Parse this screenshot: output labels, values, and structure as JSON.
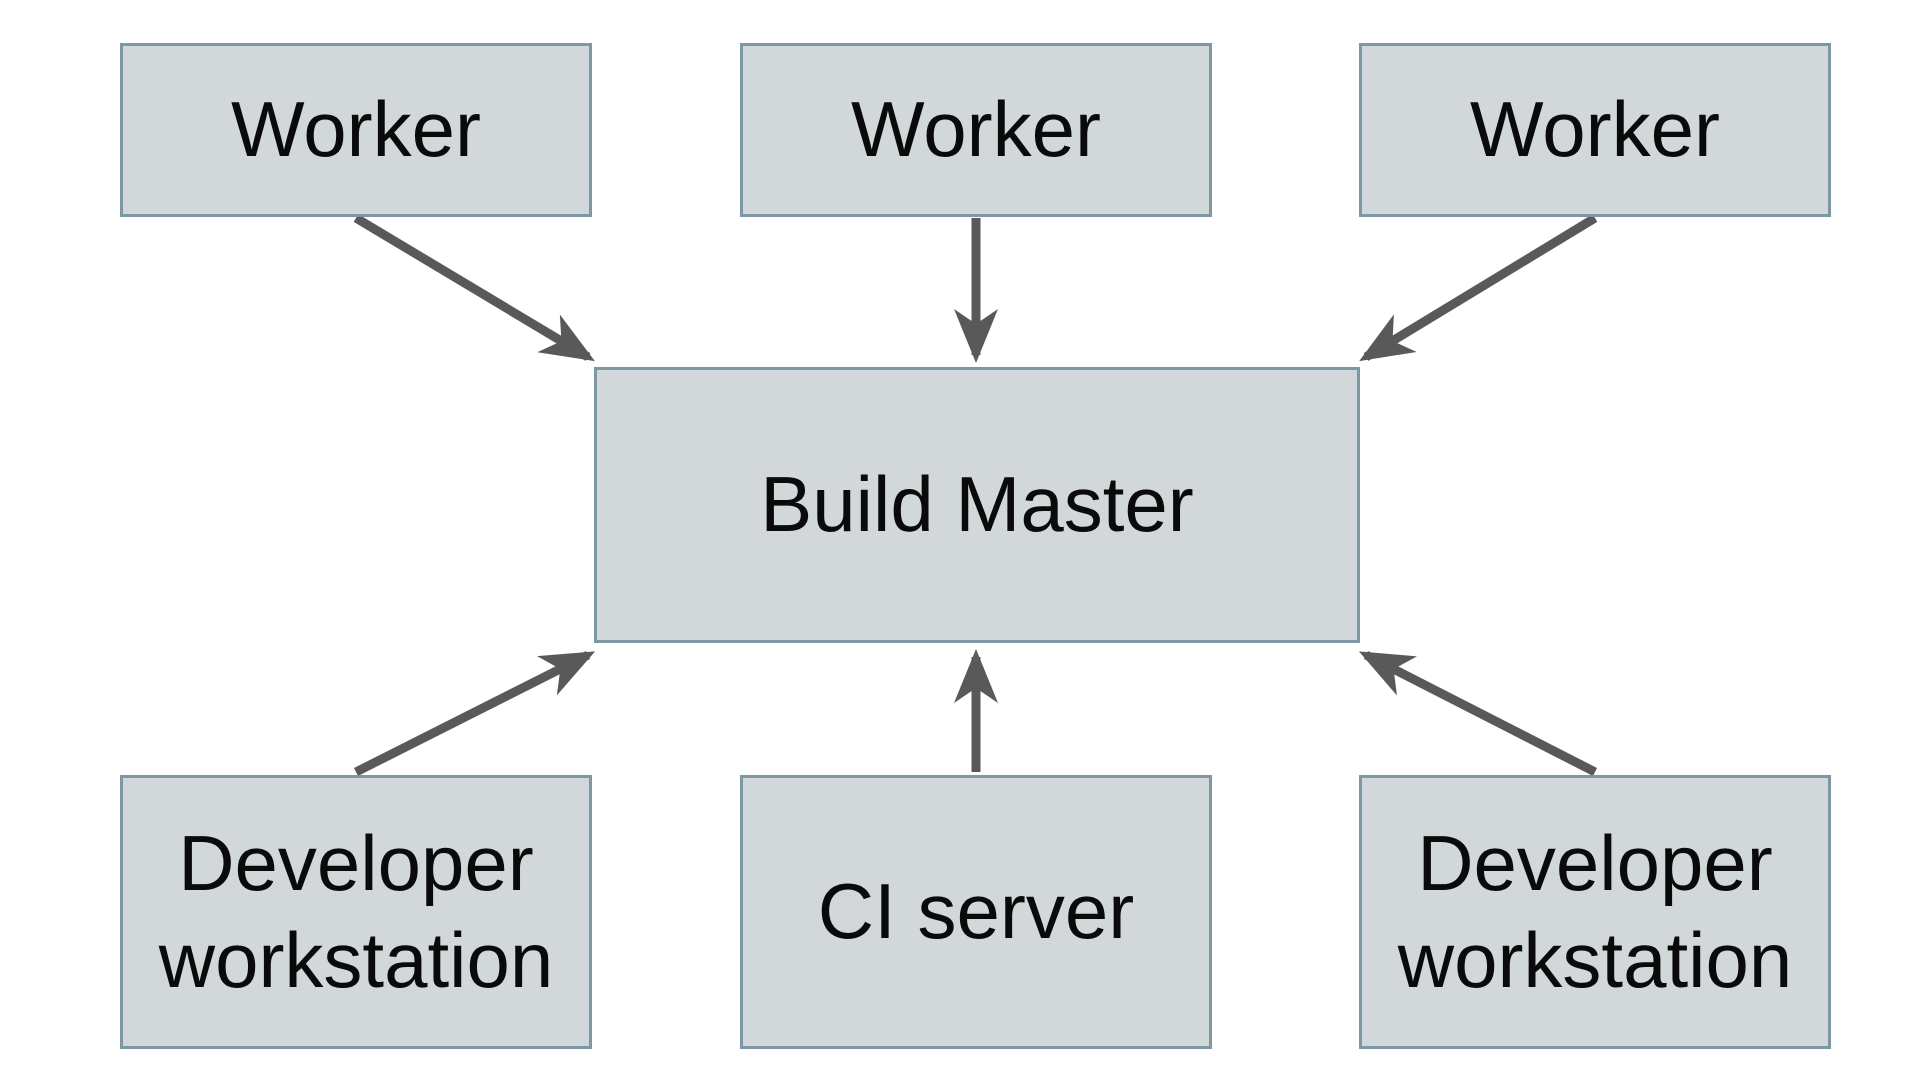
{
  "colors": {
    "node_fill": "#d2d8da",
    "node_border": "#7d97a3",
    "arrow_color": "#595959",
    "text_color": "#0a0a0a",
    "background": "#ffffff"
  },
  "diagram": {
    "nodes": [
      {
        "id": "worker-1",
        "label": "Worker"
      },
      {
        "id": "worker-2",
        "label": "Worker"
      },
      {
        "id": "worker-3",
        "label": "Worker"
      },
      {
        "id": "build-master",
        "label": "Build Master"
      },
      {
        "id": "developer-workstation-left",
        "label": "Developer workstation"
      },
      {
        "id": "ci-server",
        "label": "CI server"
      },
      {
        "id": "developer-workstation-right",
        "label": "Developer workstation"
      }
    ],
    "edges": [
      {
        "from": "worker-1",
        "to": "build-master"
      },
      {
        "from": "worker-2",
        "to": "build-master"
      },
      {
        "from": "worker-3",
        "to": "build-master"
      },
      {
        "from": "developer-workstation-left",
        "to": "build-master"
      },
      {
        "from": "ci-server",
        "to": "build-master"
      },
      {
        "from": "developer-workstation-right",
        "to": "build-master"
      }
    ]
  }
}
